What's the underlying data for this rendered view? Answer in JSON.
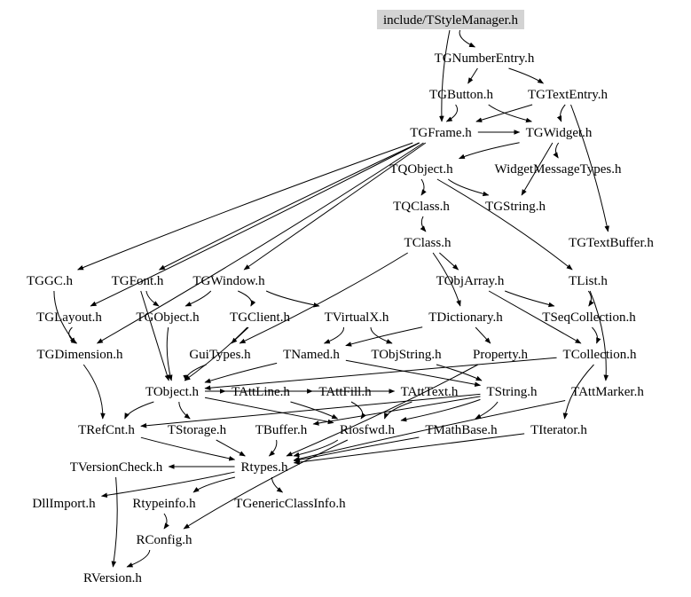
{
  "graph": {
    "colors": {
      "root_fill": "#d3d3d3",
      "edge": "#000000",
      "text": "#000000",
      "background": "#ffffff"
    },
    "nodes": [
      {
        "id": "root",
        "label": "include/TStyleManager.h",
        "highlight": true
      },
      {
        "id": "n1",
        "label": "TGNumberEntry.h"
      },
      {
        "id": "n2",
        "label": "TGButton.h"
      },
      {
        "id": "n3",
        "label": "TGTextEntry.h"
      },
      {
        "id": "n4",
        "label": "TGFrame.h"
      },
      {
        "id": "n5",
        "label": "TGWidget.h"
      },
      {
        "id": "n6",
        "label": "TQObject.h"
      },
      {
        "id": "n7",
        "label": "WidgetMessageTypes.h"
      },
      {
        "id": "n8",
        "label": "TQClass.h"
      },
      {
        "id": "n9",
        "label": "TGString.h"
      },
      {
        "id": "n10",
        "label": "TClass.h"
      },
      {
        "id": "n11",
        "label": "TGTextBuffer.h"
      },
      {
        "id": "n12",
        "label": "TGGC.h"
      },
      {
        "id": "n13",
        "label": "TGFont.h"
      },
      {
        "id": "n14",
        "label": "TGWindow.h"
      },
      {
        "id": "n15",
        "label": "TObjArray.h"
      },
      {
        "id": "n16",
        "label": "TList.h"
      },
      {
        "id": "n17",
        "label": "TGLayout.h"
      },
      {
        "id": "n18",
        "label": "TGObject.h"
      },
      {
        "id": "n19",
        "label": "TGClient.h"
      },
      {
        "id": "n20",
        "label": "TVirtualX.h"
      },
      {
        "id": "n21",
        "label": "TDictionary.h"
      },
      {
        "id": "n22",
        "label": "TSeqCollection.h"
      },
      {
        "id": "n23",
        "label": "TGDimension.h"
      },
      {
        "id": "n24",
        "label": "GuiTypes.h"
      },
      {
        "id": "n25",
        "label": "TNamed.h"
      },
      {
        "id": "n26",
        "label": "TObjString.h"
      },
      {
        "id": "n27",
        "label": "Property.h"
      },
      {
        "id": "n28",
        "label": "TCollection.h"
      },
      {
        "id": "n29",
        "label": "TObject.h"
      },
      {
        "id": "n30",
        "label": "TAttLine.h"
      },
      {
        "id": "n31",
        "label": "TAttFill.h"
      },
      {
        "id": "n32",
        "label": "TAttText.h"
      },
      {
        "id": "n33",
        "label": "TString.h"
      },
      {
        "id": "n34",
        "label": "TAttMarker.h"
      },
      {
        "id": "n35",
        "label": "TRefCnt.h"
      },
      {
        "id": "n36",
        "label": "TStorage.h"
      },
      {
        "id": "n37",
        "label": "TBuffer.h"
      },
      {
        "id": "n38",
        "label": "Riosfwd.h"
      },
      {
        "id": "n39",
        "label": "TMathBase.h"
      },
      {
        "id": "n40",
        "label": "TIterator.h"
      },
      {
        "id": "n41",
        "label": "TVersionCheck.h"
      },
      {
        "id": "n42",
        "label": "Rtypes.h"
      },
      {
        "id": "n43",
        "label": "DllImport.h"
      },
      {
        "id": "n44",
        "label": "Rtypeinfo.h"
      },
      {
        "id": "n45",
        "label": "TGenericClassInfo.h"
      },
      {
        "id": "n46",
        "label": "RConfig.h"
      },
      {
        "id": "n47",
        "label": "RVersion.h"
      }
    ],
    "edges": [
      [
        "root",
        "n1"
      ],
      [
        "root",
        "n4"
      ],
      [
        "n1",
        "n2"
      ],
      [
        "n1",
        "n3"
      ],
      [
        "n2",
        "n4"
      ],
      [
        "n2",
        "n5"
      ],
      [
        "n3",
        "n5"
      ],
      [
        "n3",
        "n4"
      ],
      [
        "n3",
        "n11"
      ],
      [
        "n4",
        "n5"
      ],
      [
        "n4",
        "n12"
      ],
      [
        "n4",
        "n13"
      ],
      [
        "n4",
        "n14"
      ],
      [
        "n4",
        "n17"
      ],
      [
        "n4",
        "n23"
      ],
      [
        "n5",
        "n6"
      ],
      [
        "n5",
        "n7"
      ],
      [
        "n5",
        "n9"
      ],
      [
        "n6",
        "n8"
      ],
      [
        "n6",
        "n16"
      ],
      [
        "n6",
        "n9"
      ],
      [
        "n8",
        "n10"
      ],
      [
        "n10",
        "n15"
      ],
      [
        "n10",
        "n21"
      ],
      [
        "n10",
        "n24"
      ],
      [
        "n12",
        "n23"
      ],
      [
        "n13",
        "n18"
      ],
      [
        "n13",
        "n29"
      ],
      [
        "n14",
        "n18"
      ],
      [
        "n14",
        "n19"
      ],
      [
        "n14",
        "n20"
      ],
      [
        "n15",
        "n22"
      ],
      [
        "n15",
        "n28"
      ],
      [
        "n16",
        "n22"
      ],
      [
        "n16",
        "n34"
      ],
      [
        "n17",
        "n23"
      ],
      [
        "n18",
        "n29"
      ],
      [
        "n19",
        "n24"
      ],
      [
        "n19",
        "n29"
      ],
      [
        "n20",
        "n25"
      ],
      [
        "n20",
        "n26"
      ],
      [
        "n21",
        "n25"
      ],
      [
        "n21",
        "n27"
      ],
      [
        "n22",
        "n28"
      ],
      [
        "n23",
        "n35"
      ],
      [
        "n24",
        "n29"
      ],
      [
        "n25",
        "n29"
      ],
      [
        "n25",
        "n33"
      ],
      [
        "n26",
        "n33"
      ],
      [
        "n27",
        "n42"
      ],
      [
        "n28",
        "n40"
      ],
      [
        "n28",
        "n29"
      ],
      [
        "n29",
        "n30"
      ],
      [
        "n29",
        "n31"
      ],
      [
        "n29",
        "n32"
      ],
      [
        "n29",
        "n35"
      ],
      [
        "n29",
        "n36"
      ],
      [
        "n29",
        "n38"
      ],
      [
        "n30",
        "n38"
      ],
      [
        "n31",
        "n38"
      ],
      [
        "n32",
        "n38"
      ],
      [
        "n33",
        "n35"
      ],
      [
        "n33",
        "n37"
      ],
      [
        "n33",
        "n39"
      ],
      [
        "n33",
        "n38"
      ],
      [
        "n34",
        "n42"
      ],
      [
        "n35",
        "n42"
      ],
      [
        "n36",
        "n42"
      ],
      [
        "n37",
        "n42"
      ],
      [
        "n38",
        "n42"
      ],
      [
        "n38",
        "n46"
      ],
      [
        "n39",
        "n42"
      ],
      [
        "n40",
        "n42"
      ],
      [
        "n41",
        "n47"
      ],
      [
        "n42",
        "n43"
      ],
      [
        "n42",
        "n44"
      ],
      [
        "n42",
        "n45"
      ],
      [
        "n42",
        "n41"
      ],
      [
        "n44",
        "n46"
      ],
      [
        "n46",
        "n47"
      ]
    ]
  }
}
